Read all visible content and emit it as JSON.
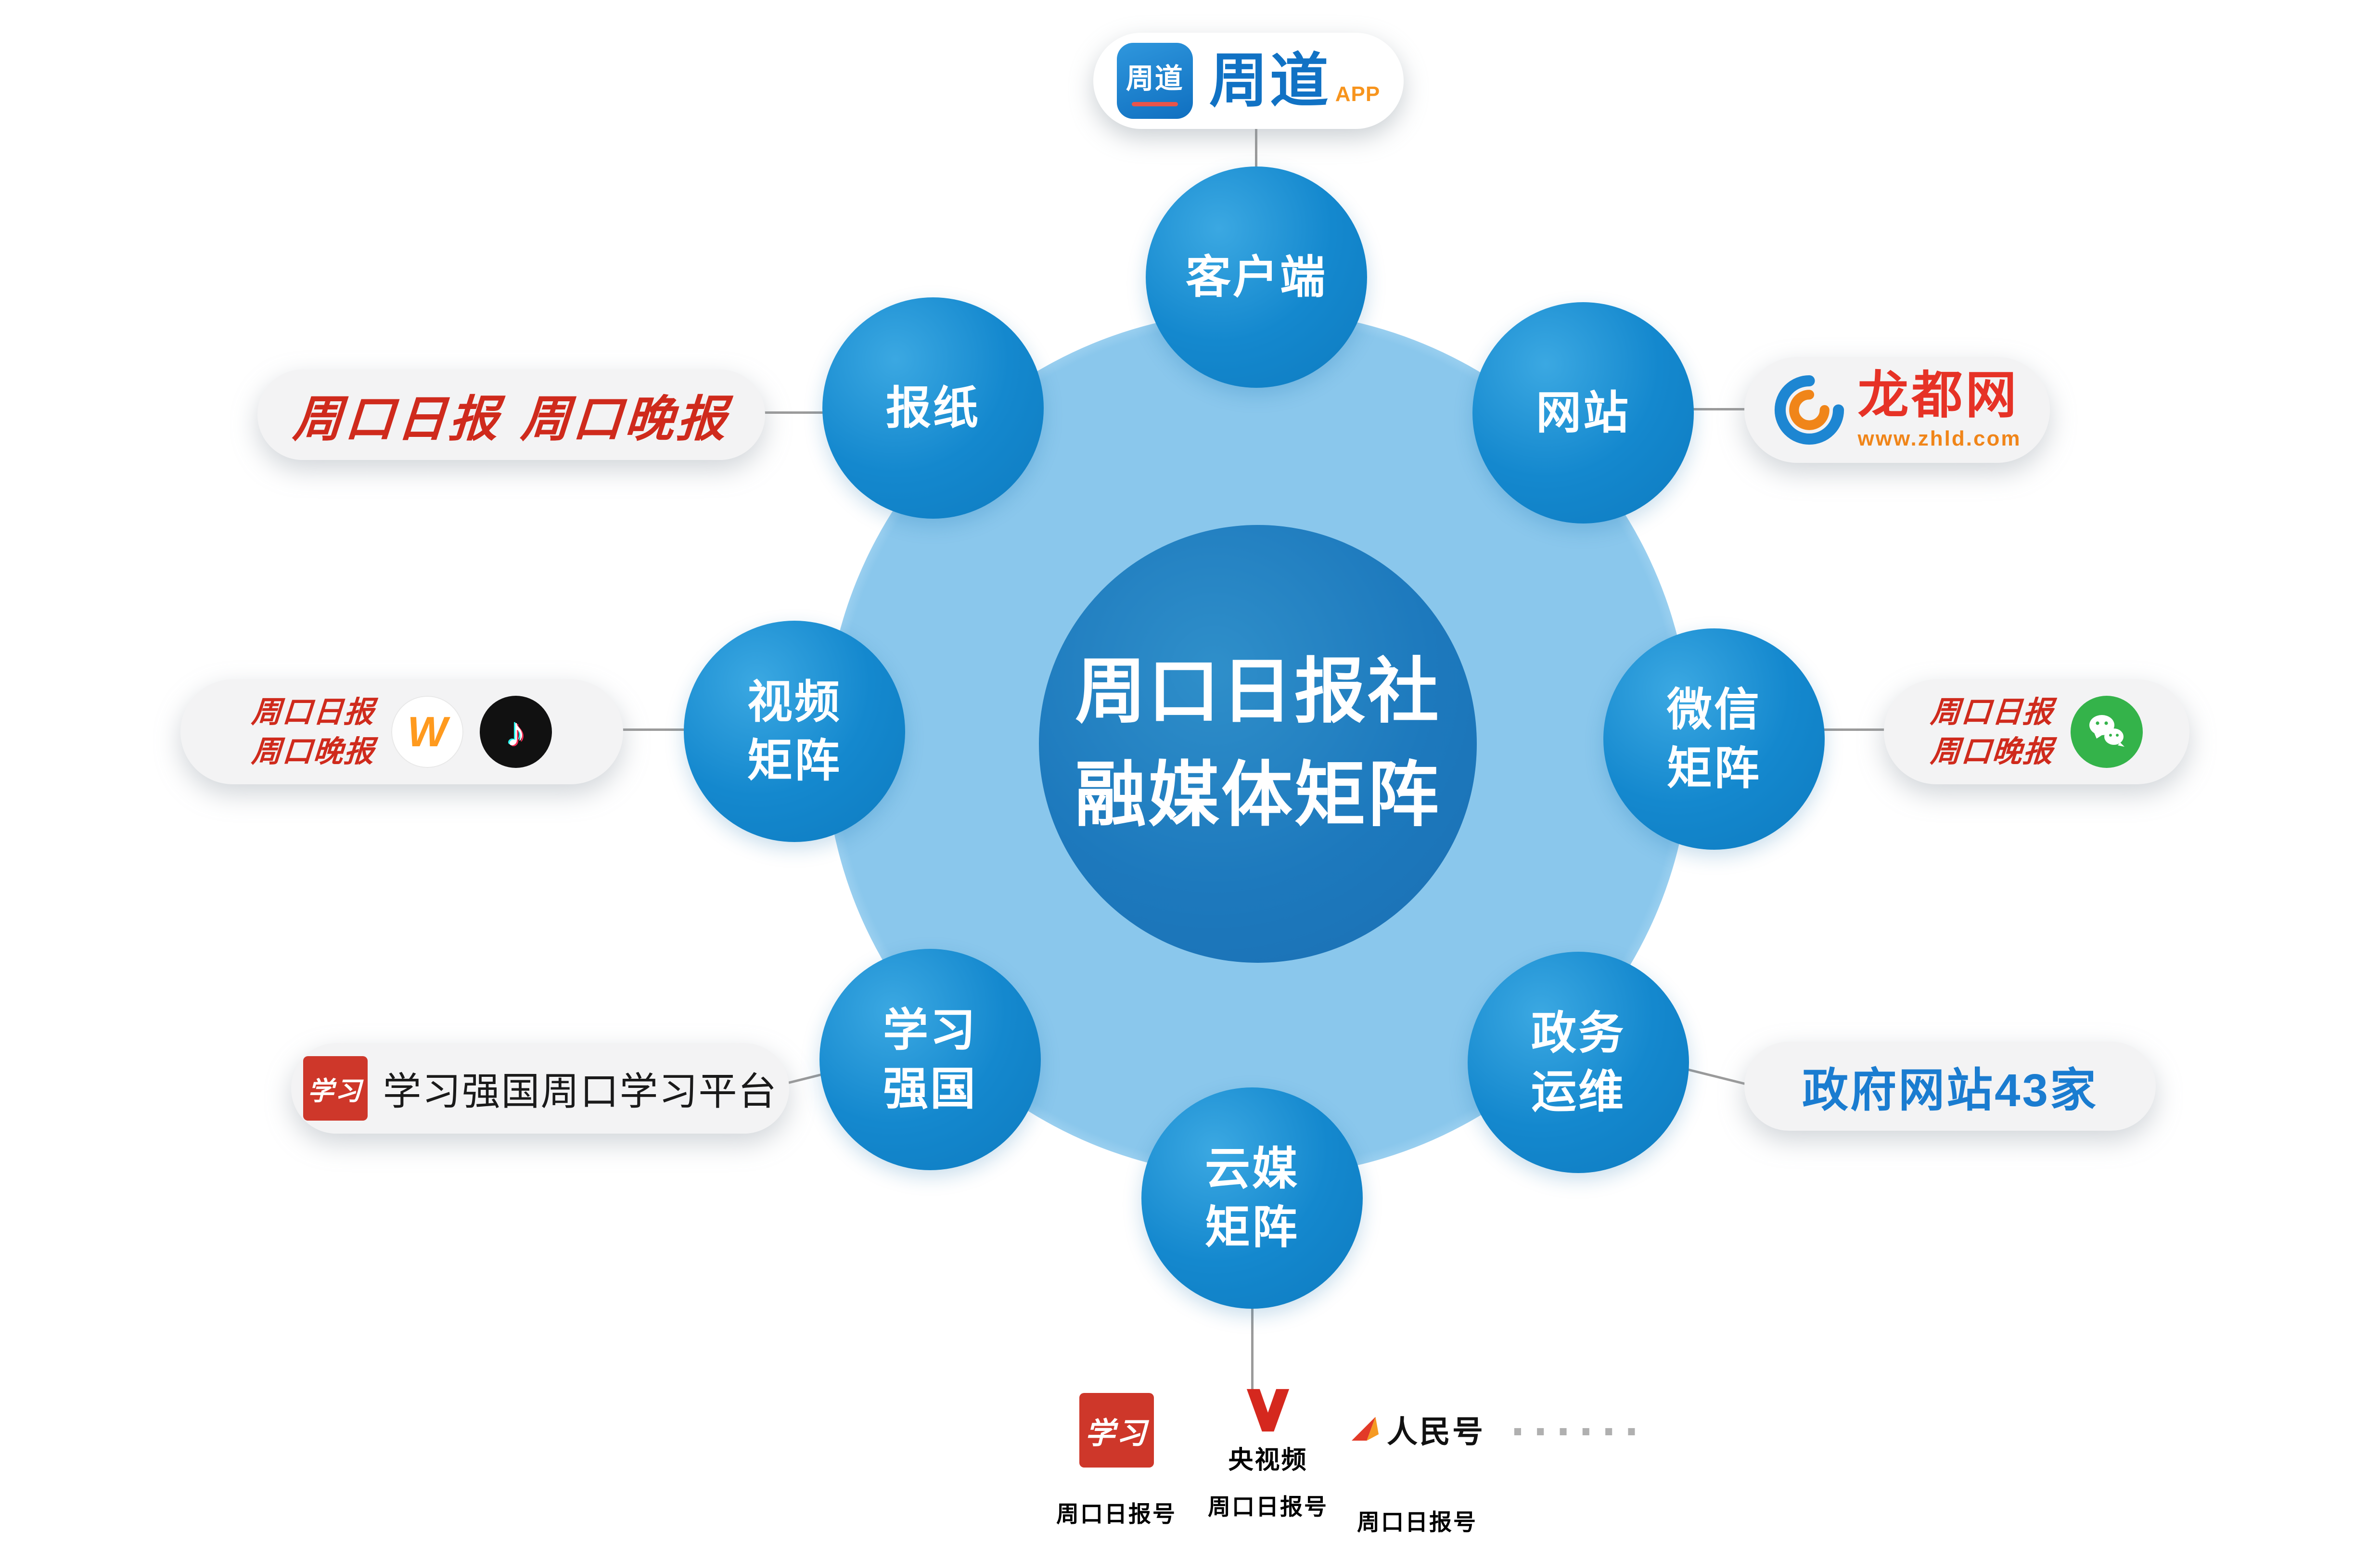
{
  "meta": {
    "title": "周口日报社融媒体矩阵",
    "colors": {
      "node_blue": "#1486cc",
      "hub_blue": "#1d79bd",
      "halo_blue": "#8ac7ec",
      "brand_red": "#cf2a1c",
      "gov_blue": "#1a7cd0",
      "orange": "#f08519",
      "wechat_green": "#34b34a",
      "link_gray": "#9b9b9b"
    }
  },
  "center": {
    "title": "周口日报社\n融媒体矩阵"
  },
  "nodes": {
    "client": {
      "label": "客户端"
    },
    "website": {
      "label": "网站"
    },
    "wechat": {
      "label": "微信\n矩阵"
    },
    "gov": {
      "label": "政务\n运维"
    },
    "cloud": {
      "label": "云媒\n矩阵"
    },
    "xuexi": {
      "label": "学习\n强国"
    },
    "video": {
      "label": "视频\n矩阵"
    },
    "paper": {
      "label": "报纸"
    }
  },
  "labels": {
    "zhoudao": {
      "icon_text": "周道",
      "name": "周道",
      "suffix": "APP"
    },
    "paper": {
      "text": "周口日报  周口晚报"
    },
    "video": {
      "line1": "周口日报",
      "line2": "周口晚报",
      "weishi_glyph": "W",
      "douyin_glyph": "♪"
    },
    "xuexi": {
      "logo": "学习",
      "text": "学习强国周口学习平台"
    },
    "website": {
      "name": "龙都网",
      "url": "www.zhld.com"
    },
    "wechat": {
      "line1": "周口日报",
      "line2": "周口晚报"
    },
    "gov": {
      "text": "政府网站43家"
    },
    "cloud": {
      "items": [
        {
          "logo": "学习",
          "caption": "周口日报号"
        },
        {
          "name": "央视频",
          "caption": "周口日报号"
        },
        {
          "name": "人民号",
          "caption": "周口日报号"
        },
        {
          "dots": "······"
        }
      ]
    }
  }
}
